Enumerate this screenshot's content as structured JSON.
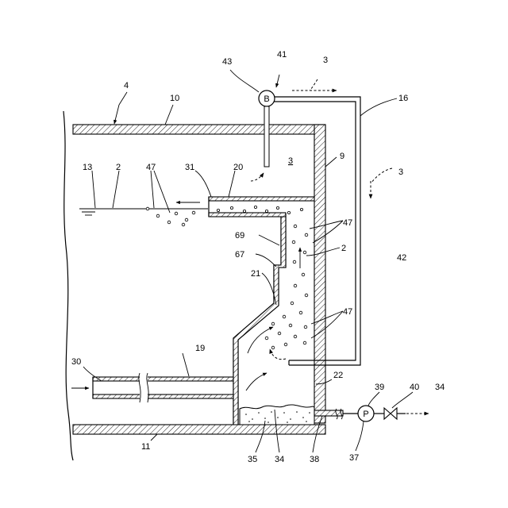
{
  "figure": {
    "reference_numerals": {
      "n2a": "2",
      "n2b": "2",
      "n3a": "3",
      "n3b": "3",
      "n3c": "3",
      "n4": "4",
      "n9": "9",
      "n10": "10",
      "n11": "11",
      "n13": "13",
      "n16": "16",
      "n19": "19",
      "n20": "20",
      "n21": "21",
      "n22": "22",
      "n30": "30",
      "n31": "31",
      "n34a": "34",
      "n34b": "34",
      "n35": "35",
      "n37": "37",
      "n38": "38",
      "n39": "39",
      "n40": "40",
      "n41": "41",
      "n42": "42",
      "n43": "43",
      "n47a": "47",
      "n47b": "47",
      "n47c": "47",
      "n67": "67",
      "n69": "69"
    },
    "blower_symbol": "B",
    "pump_symbol": "P"
  }
}
